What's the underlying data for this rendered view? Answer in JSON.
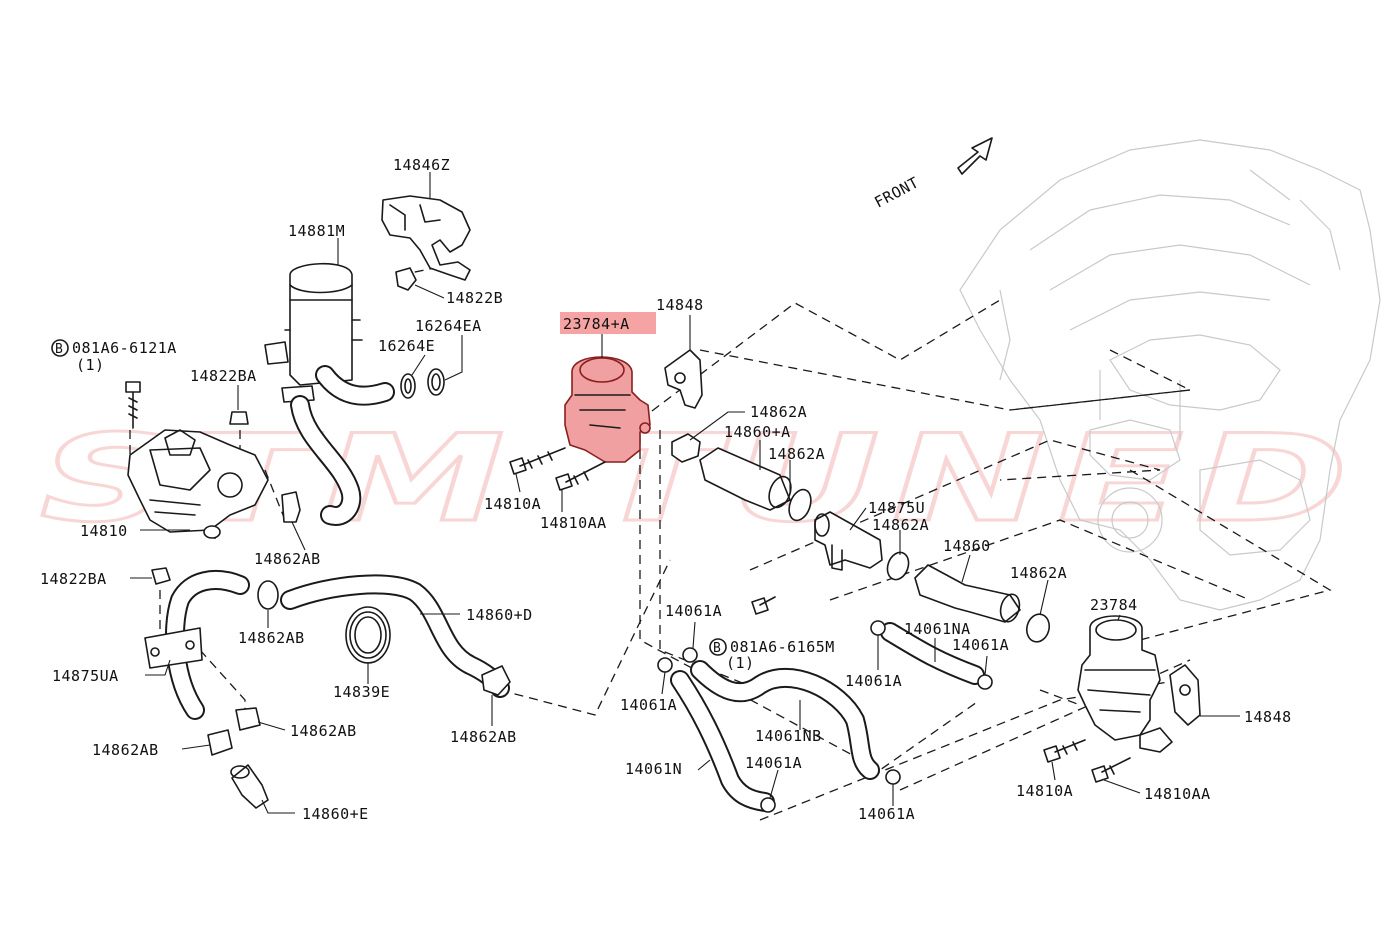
{
  "watermark": "STM TUNED",
  "front_label": "FRONT",
  "highlight_color": "#f5a3a3",
  "highlighted_part": "23784+A",
  "labels": {
    "p14846Z": "14846Z",
    "p14881M": "14881M",
    "p14822B": "14822B",
    "p16264EA": "16264EA",
    "p16264E": "16264E",
    "p081A6_6121A": "081A6-6121A",
    "p081A6_6121A_qty": "(1)",
    "p14822BA_top": "14822BA",
    "p14810": "14810",
    "p14862AB_top": "14862AB",
    "p23784A": "23784+A",
    "p14848_top": "14848",
    "p14810A_top": "14810A",
    "p14810AA_top": "14810AA",
    "p14862A_1": "14862A",
    "p14860A": "14860+A",
    "p14862A_2": "14862A",
    "p14875U": "14875U",
    "p14862A_3": "14862A",
    "p14860": "14860",
    "p14862A_4": "14862A",
    "p23784": "23784",
    "p14848_bot": "14848",
    "p14810A_bot": "14810A",
    "p14810AA_bot": "14810AA",
    "p14822BA_left": "14822BA",
    "p14862AB_mid": "14862AB",
    "p14860D": "14860+D",
    "p14839E": "14839E",
    "p14862AB_low": "14862AB",
    "p14875UA": "14875UA",
    "p14862AB_l1": "14862AB",
    "p14862AB_l2": "14862AB",
    "p14860E": "14860+E",
    "p14061A_1": "14061A",
    "p081A6_6165M": "081A6-6165M",
    "p081A6_6165M_qty": "(1)",
    "p14061NA": "14061NA",
    "p14061A_2": "14061A",
    "p14061A_3": "14061A",
    "p14061A_4": "14061A",
    "p14061NB": "14061NB",
    "p14061N": "14061N",
    "p14061A_5": "14061A",
    "p14061A_6": "14061A"
  }
}
